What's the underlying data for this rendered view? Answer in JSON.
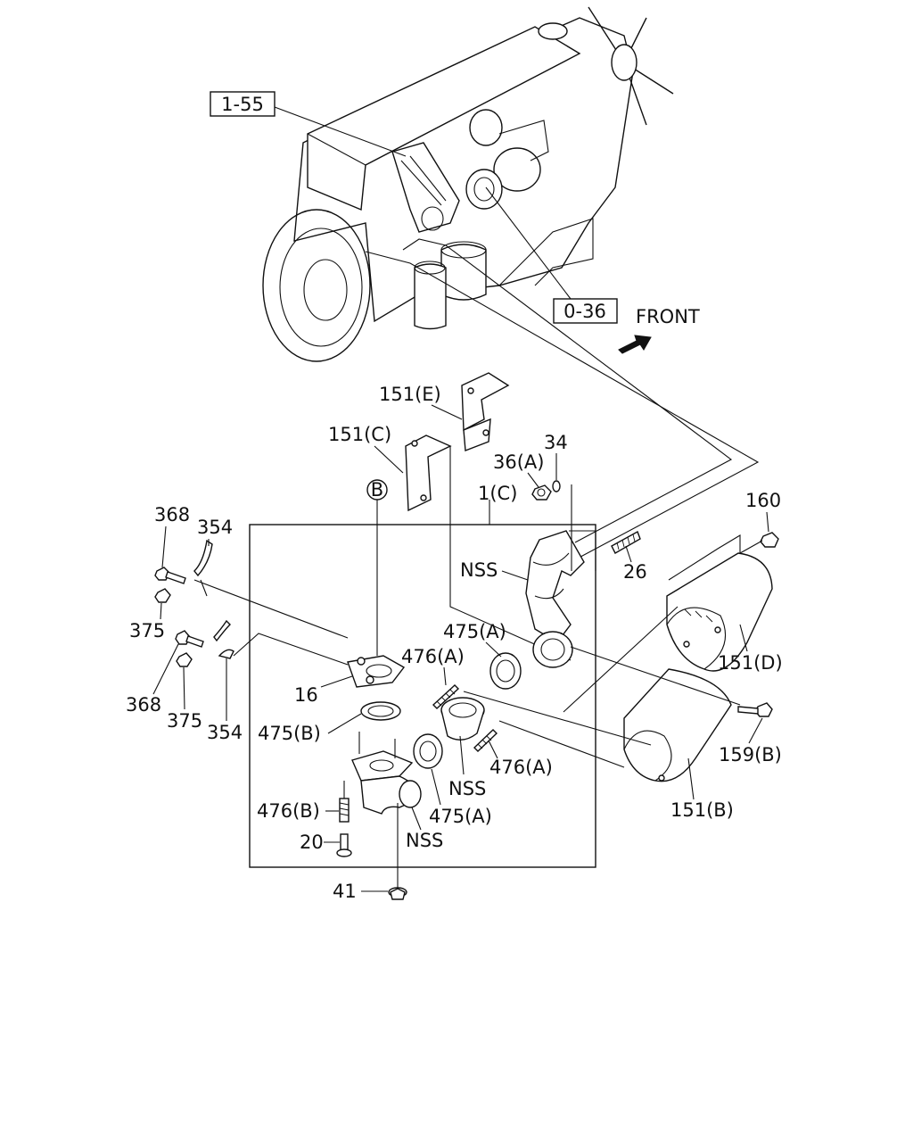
{
  "refs": {
    "ref_1_55": "1-55",
    "ref_0_36": "0-36"
  },
  "direction_label": "FRONT",
  "circle_marker": "B",
  "colors": {
    "line": "#111111",
    "background": "#ffffff"
  },
  "parts": {
    "p151e": "151(E)",
    "p151c": "151(C)",
    "p34": "34",
    "p36a": "36(A)",
    "p1c": "1(C)",
    "p160": "160",
    "p368_top": "368",
    "p354_top": "354",
    "p375_top": "375",
    "p368_bot": "368",
    "p375_bot": "375",
    "p354_bot": "354",
    "nss_top": "NSS",
    "p26": "26",
    "p475a_top": "475(A)",
    "p476a_top": "476(A)",
    "p16": "16",
    "p475b": "475(B)",
    "p151d": "151(D)",
    "p159b": "159(B)",
    "nss_mid": "NSS",
    "p476a_mid": "476(A)",
    "p476b": "476(B)",
    "p475a_bot": "475(A)",
    "p20": "20",
    "nss_bot": "NSS",
    "p151b": "151(B)",
    "p41": "41"
  }
}
